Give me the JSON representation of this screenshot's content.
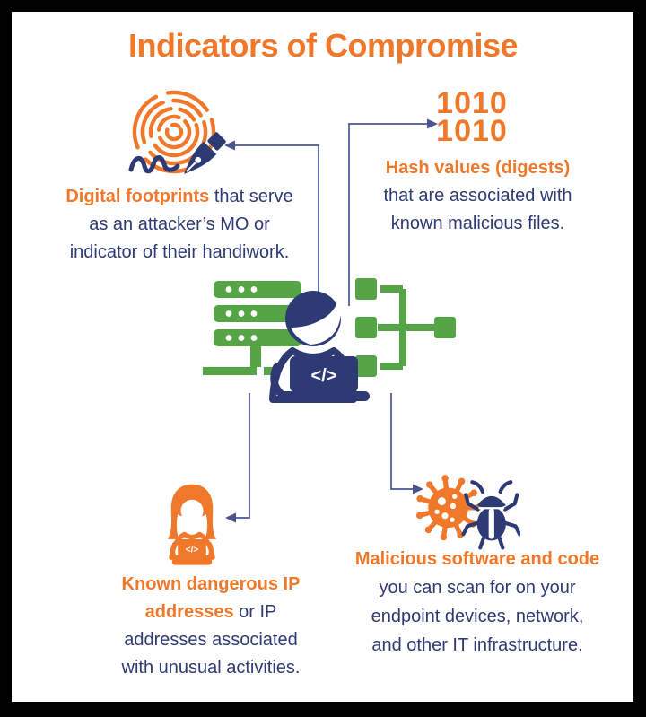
{
  "title": "Indicators of Compromise",
  "colors": {
    "orange": "#F0782A",
    "navy": "#2E3A74",
    "green": "#55A546",
    "arrow": "#4A5590",
    "frame": "#000000",
    "card_bg": "#FFFFFF"
  },
  "glyphs": {
    "code": "</>"
  },
  "binary": {
    "line1": "1010",
    "line2": "1010"
  },
  "captions": {
    "digital_footprints": {
      "line1_bold": "Digital footprints",
      "line1_rest": " that serve",
      "line2": "as an attacker’s MO or",
      "line3": "indicator of their handiwork."
    },
    "hash_values": {
      "line1_bold": "Hash values (digests)",
      "line2": "that are associated with",
      "line3": "known malicious files."
    },
    "ip_addresses": {
      "line1_bold": "Known dangerous IP",
      "line2_bold": "addresses",
      "line2_rest": " or IP",
      "line3": "addresses associated",
      "line4": "with unusual activities."
    },
    "malware": {
      "line1_bold": "Malicious software and code",
      "line2": "you can scan for on your",
      "line3": "endpoint devices, network,",
      "line4": "and other IT infrastructure."
    }
  }
}
